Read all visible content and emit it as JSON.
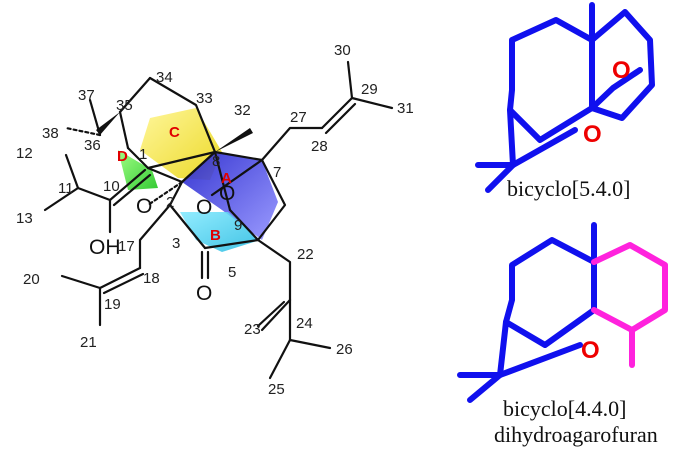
{
  "atom_numbers": [
    "1",
    "2",
    "3",
    "5",
    "7",
    "8",
    "9",
    "10",
    "11",
    "12",
    "13",
    "17",
    "18",
    "19",
    "20",
    "21",
    "22",
    "23",
    "24",
    "25",
    "26",
    "27",
    "28",
    "29",
    "30",
    "31",
    "32",
    "33",
    "34",
    "35",
    "36",
    "37",
    "38"
  ],
  "atoms": {
    "hydroxyl": "OH",
    "oxygen": "O"
  },
  "rings": [
    "A",
    "B",
    "C",
    "D"
  ],
  "frameworks": [
    {
      "label": "bicyclo[5.4.0]",
      "oxygen": "O"
    },
    {
      "label": "bicyclo[4.4.0]",
      "sublabel": "dihydroagarofuran",
      "oxygen": "O"
    }
  ],
  "colors": {
    "framework": "#1010ee",
    "fused_ring": "#ff22dd",
    "oxygen": "#ee0000",
    "ring_label": "#e00000"
  }
}
